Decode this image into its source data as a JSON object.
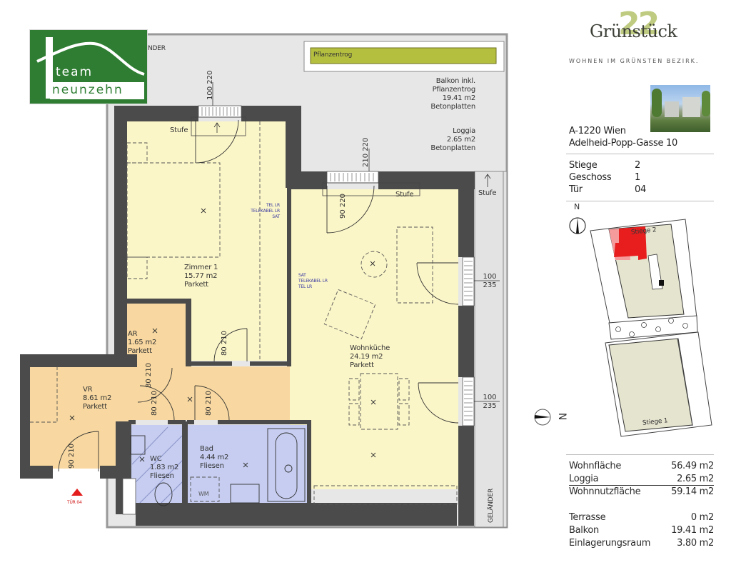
{
  "logo": {
    "line1": "team",
    "line2": "neunzehn",
    "color": "#2e7d32"
  },
  "brand": {
    "name": "Grünstück",
    "number": "22",
    "tagline": "WOHNEN IM GRÜNSTEN BEZIRK.",
    "accent": "#b5c36a"
  },
  "address": {
    "city": "A-1220 Wien",
    "street": "Adelheid-Popp-Gasse 10"
  },
  "unit": [
    {
      "label": "Stiege",
      "value": "2"
    },
    {
      "label": "Geschoss",
      "value": "1"
    },
    {
      "label": "Tür",
      "value": "04"
    }
  ],
  "site_plan": {
    "north_label": "N",
    "compass_label": "N",
    "building_a": "Stiege 2",
    "building_b": "Stiege 1",
    "highlight_color": "#e81e1e"
  },
  "areas": {
    "main": [
      {
        "label": "Wohnfläche",
        "value": "56.49 m2"
      },
      {
        "label": "Loggia",
        "value": "2.65 m2"
      },
      {
        "label": "Wohnnutzfläche",
        "value": "59.14 m2"
      }
    ],
    "extra": [
      {
        "label": "Terrasse",
        "value": "0 m2"
      },
      {
        "label": "Balkon",
        "value": "19.41 m2"
      },
      {
        "label": "Einlagerungsraum",
        "value": "3.80 m2"
      }
    ]
  },
  "plan": {
    "gelaender_top": "NDER",
    "gelaender_right": "GELÄNDER",
    "pflanzentrog": "Pflanzentrog",
    "balkon": [
      "Balkon inkl.",
      "Pflanzentrog",
      "19.41 m2",
      "Betonplatten"
    ],
    "loggia": [
      "Loggia",
      "2.65 m2",
      "Betonplatten"
    ],
    "stufe": "Stufe",
    "entry": "TÜR 04",
    "rooms": [
      {
        "id": "zimmer",
        "name": "Zimmer 1",
        "area": "15.77 m2",
        "floor": "Parkett"
      },
      {
        "id": "wohnkueche",
        "name": "Wohnküche",
        "area": "24.19 m2",
        "floor": "Parkett"
      },
      {
        "id": "ar",
        "name": "AR",
        "area": "1.65 m2",
        "floor": "Parkett"
      },
      {
        "id": "vr",
        "name": "VR",
        "area": "8.61 m2",
        "floor": "Parkett"
      },
      {
        "id": "wc",
        "name": "WC",
        "area": "1.83 m2",
        "floor": "Fliesen"
      },
      {
        "id": "bad",
        "name": "Bad",
        "area": "4.44 m2",
        "floor": "Fliesen"
      }
    ],
    "dims": {
      "win_zimmer": [
        "100",
        "220"
      ],
      "win_wk_top": [
        "210",
        "220"
      ],
      "door_wk_top": [
        "90",
        "220"
      ],
      "win_right1": [
        "100",
        "235"
      ],
      "win_right2": [
        "100",
        "235"
      ],
      "door_zimmer": [
        "80",
        "210"
      ],
      "door_ar": [
        "80",
        "210"
      ],
      "door_wc": [
        "80",
        "210"
      ],
      "door_bad": [
        "80",
        "210"
      ],
      "door_entry": [
        "90",
        "210"
      ]
    },
    "sockets": [
      "TEL LR",
      "TELEKABEL LR",
      "SAT"
    ],
    "sockets_wk": [
      "SAT",
      "TELEKABEL LR",
      "TEL LR"
    ],
    "wm": "WM"
  }
}
